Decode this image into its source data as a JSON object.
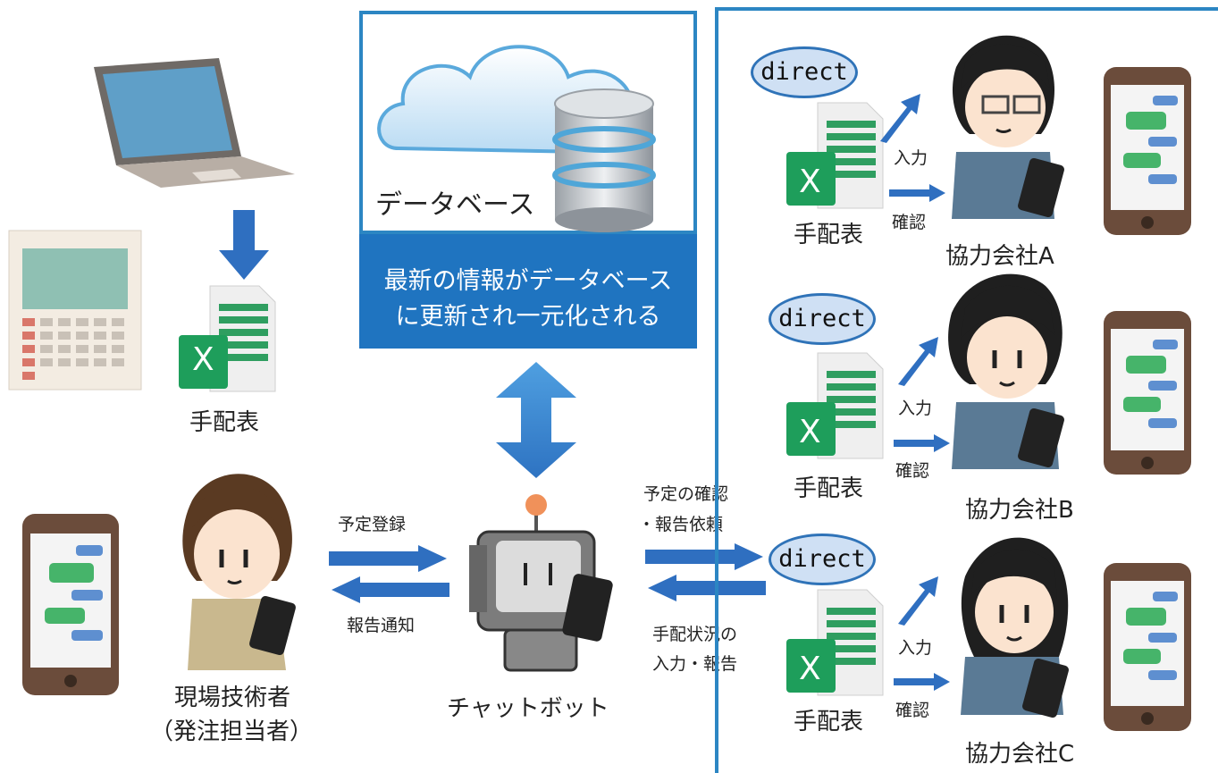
{
  "database": {
    "label": "データベース",
    "caption_line1": "最新の情報がデータベース",
    "caption_line2": "に更新され一元化される"
  },
  "left": {
    "sheet_label": "手配表",
    "engineer_line1": "現場技術者",
    "engineer_line2": "（発注担当者）"
  },
  "center": {
    "bot_label": "チャットボット",
    "register": "予定登録",
    "notify": "報告通知",
    "confirm_line1": "予定の確認",
    "confirm_line2": "・報告依頼",
    "status_line1": "手配状況の",
    "status_line2": "入力・報告"
  },
  "partners": [
    {
      "app": "direct",
      "input": "入力",
      "check": "確認",
      "sheet": "手配表",
      "name": "協力会社A"
    },
    {
      "app": "direct",
      "input": "入力",
      "check": "確認",
      "sheet": "手配表",
      "name": "協力会社B"
    },
    {
      "app": "direct",
      "input": "入力",
      "check": "確認",
      "sheet": "手配表",
      "name": "協力会社C"
    }
  ],
  "excel_glyph": "X",
  "colors": {
    "accent_blue": "#2c86c3",
    "caption_bg": "#1f74c0",
    "arrow_blue": "#2f6fc0",
    "excel_green": "#1e9e5b",
    "bubble_fill": "#cfe0f4"
  }
}
